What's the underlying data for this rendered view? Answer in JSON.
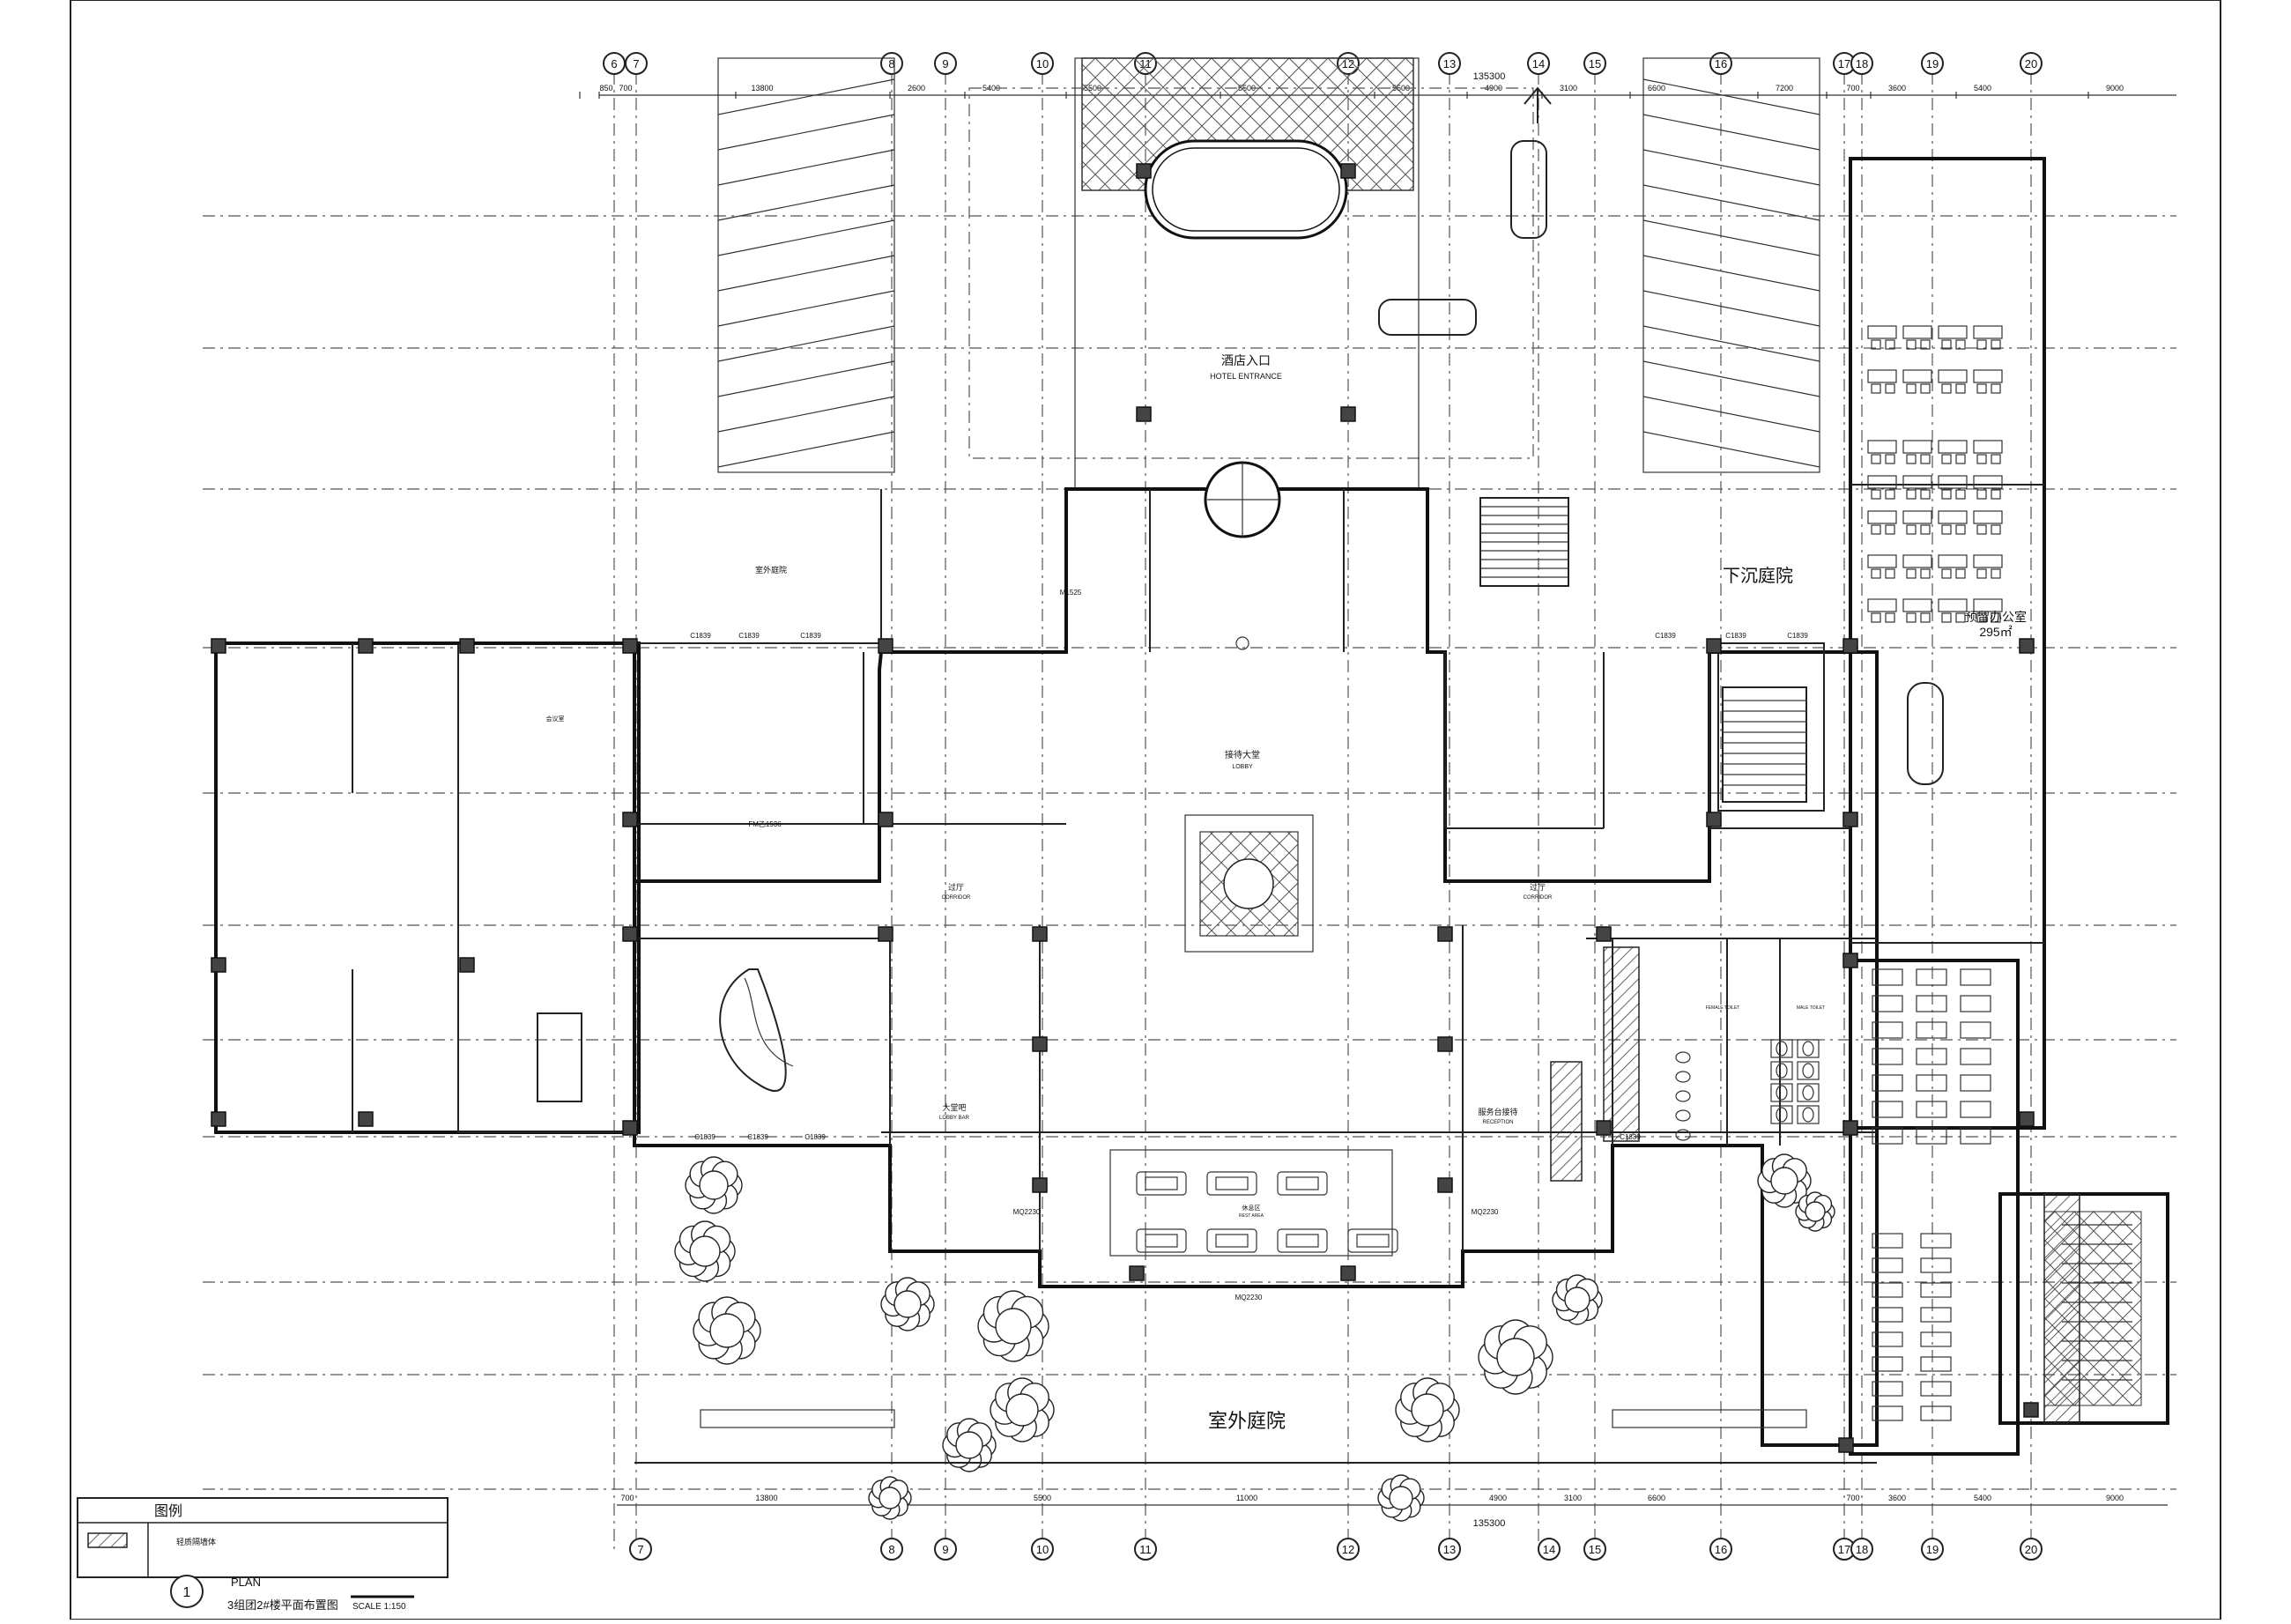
{
  "grid": {
    "top_labels": [
      "6",
      "7",
      "8",
      "9",
      "10",
      "11",
      "12",
      "13",
      "14",
      "15",
      "16",
      "17",
      "18",
      "19",
      "20"
    ],
    "bottom_labels": [
      "7",
      "8",
      "9",
      "10",
      "11",
      "12",
      "13",
      "14",
      "15",
      "16",
      "17",
      "18",
      "19",
      "20"
    ],
    "top_dims": [
      "850",
      "700",
      "13800",
      "2600",
      "5400",
      "5500",
      "5500",
      "5500",
      "4900",
      "3100",
      "6600",
      "7200",
      "700",
      "3600",
      "5400",
      "9000"
    ],
    "top_total": "135300",
    "bottom_dims": [
      "700",
      "13800",
      "5500",
      "11000",
      "4900",
      "3100",
      "6600",
      "700",
      "3600",
      "5400",
      "9000"
    ],
    "bottom_total": "135300"
  },
  "rooms": {
    "hotel_entrance_cn": "酒店入口",
    "hotel_entrance_en": "HOTEL ENTRANCE",
    "lobby_cn": "接待大堂",
    "lobby_en": "LOBBY",
    "sunken_courtyard": "下沉庭院",
    "office_name": "预留办公室",
    "office_area": "295㎡",
    "outdoor_courtyard": "室外庭院",
    "outdoor_courtyard_small": "室外庭院",
    "corridor_left_cn": "过厅",
    "corridor_left_en": "CORRIDOR",
    "corridor_right_cn": "过厅",
    "corridor_right_en": "CORRIDOR",
    "lobby_bar_cn": "大堂吧",
    "lobby_bar_en": "LOBBY BAR",
    "reception_cn": "服务台接待",
    "reception_en": "RECEPTION",
    "rest_area_cn": "休息区",
    "rest_area_en": "REST AREA",
    "female_toilet": "FEMALE TOILET",
    "male_toilet": "MALE TOILET",
    "meeting": "会议室"
  },
  "doors": [
    "C1839",
    "C1839",
    "C1839",
    "C1839",
    "C1839",
    "C1839",
    "C1839",
    "C1839",
    "C1839",
    "C1839",
    "MQ2230",
    "MQ2230",
    "MQ2230",
    "M1525",
    "FM乙1536"
  ],
  "legend": {
    "title": "图例",
    "item": "轻质隔墙体"
  },
  "title_block": {
    "number": "1",
    "plan": "PLAN",
    "name": "3组团2#楼平面布置图",
    "scale": "SCALE 1:150"
  }
}
